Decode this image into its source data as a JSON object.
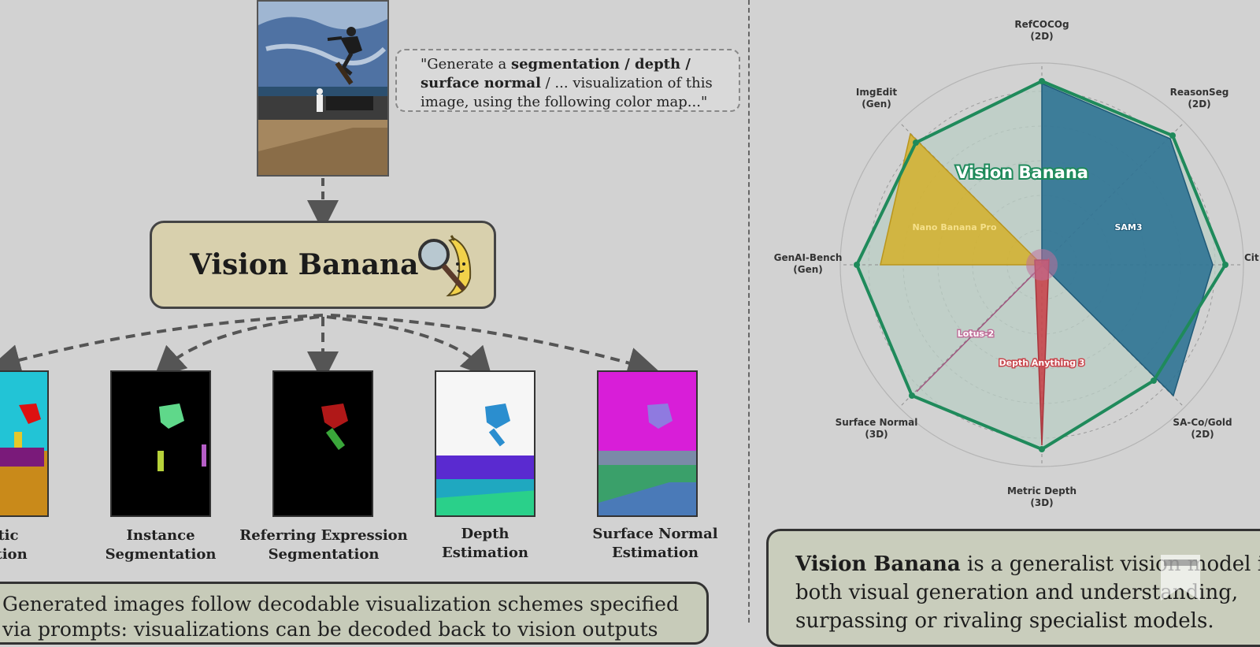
{
  "prompt": {
    "p1": "\"Generate a ",
    "b1": "segmentation / depth /",
    "b2": "surface normal",
    "p2": " / ... visualization of this",
    "p3": "image, using the following color map...\""
  },
  "model_box": {
    "title": "Vision Banana"
  },
  "outputs": [
    {
      "line1": "antic",
      "line2": "ntation"
    },
    {
      "line1": "Instance",
      "line2": "Segmentation"
    },
    {
      "line1": "Referring Expression",
      "line2": "Segmentation"
    },
    {
      "line1": "Depth",
      "line2": "Estimation"
    },
    {
      "line1": "Surface Normal",
      "line2": "Estimation"
    }
  ],
  "bottom_left": {
    "line1": "Generated images follow decodable visualization schemes specified",
    "line2": "via prompts: visualizations can be decoded back to vision outputs"
  },
  "bottom_right": {
    "bold": "Vision Banana",
    "line1_rest": " is a generalist vision model in",
    "line2": "both visual generation and understanding,",
    "line3": "surpassing or rivaling specialist models."
  },
  "radar": {
    "axes": [
      {
        "name": "RefCOCOg",
        "sub": "(2D)"
      },
      {
        "name": "ReasonSeg",
        "sub": "(2D)"
      },
      {
        "name": "Cit",
        "sub": ""
      },
      {
        "name": "SA-Co/Gold",
        "sub": "(2D)"
      },
      {
        "name": "Metric Depth",
        "sub": "(3D)"
      },
      {
        "name": "Surface Normal",
        "sub": "(3D)"
      },
      {
        "name": "GenAI-Bench",
        "sub": "(Gen)"
      },
      {
        "name": "ImgEdit",
        "sub": "(Gen)"
      }
    ],
    "series_labels": {
      "vision_banana": "Vision Banana",
      "nano_banana_pro": "Nano Banana Pro",
      "sam3": "SAM3",
      "lotus2": "Lotus-2",
      "depth_anything3": "Depth Anything 3"
    },
    "colors": {
      "vision_banana": "#1f8a5b",
      "nano_banana_pro": "#d4b02a",
      "sam3": "#2f7393",
      "lotus2": "#c0709a",
      "depth_anything3": "#c8464d",
      "background": "#d2d2d2"
    }
  }
}
